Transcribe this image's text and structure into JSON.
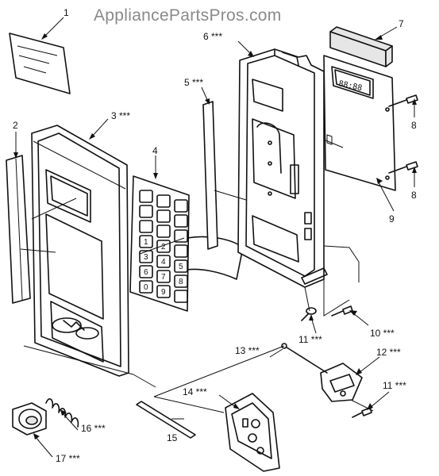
{
  "watermark": "AppliancePartsPros.com",
  "callouts": [
    {
      "id": "c1",
      "text": "1"
    },
    {
      "id": "c2",
      "text": "2"
    },
    {
      "id": "c3",
      "text": "3 ***"
    },
    {
      "id": "c4",
      "text": "4"
    },
    {
      "id": "c5",
      "text": "5 ***"
    },
    {
      "id": "c6",
      "text": "6 ***"
    },
    {
      "id": "c7",
      "text": "7"
    },
    {
      "id": "c8a",
      "text": "8"
    },
    {
      "id": "c8b",
      "text": "8"
    },
    {
      "id": "c9",
      "text": "9"
    },
    {
      "id": "c10",
      "text": "10 ***"
    },
    {
      "id": "c11a",
      "text": "11 ***"
    },
    {
      "id": "c11b",
      "text": "11 ***"
    },
    {
      "id": "c12",
      "text": "12 ***"
    },
    {
      "id": "c13",
      "text": "13 ***"
    },
    {
      "id": "c14",
      "text": "14 ***"
    },
    {
      "id": "c15",
      "text": "15"
    },
    {
      "id": "c16",
      "text": "16 ***"
    },
    {
      "id": "c17",
      "text": "17 ***"
    }
  ],
  "display_readout": "88:88",
  "keypad_labels": [
    "1",
    "2",
    "3",
    "4",
    "5",
    "6",
    "7",
    "8",
    "9",
    "0"
  ]
}
